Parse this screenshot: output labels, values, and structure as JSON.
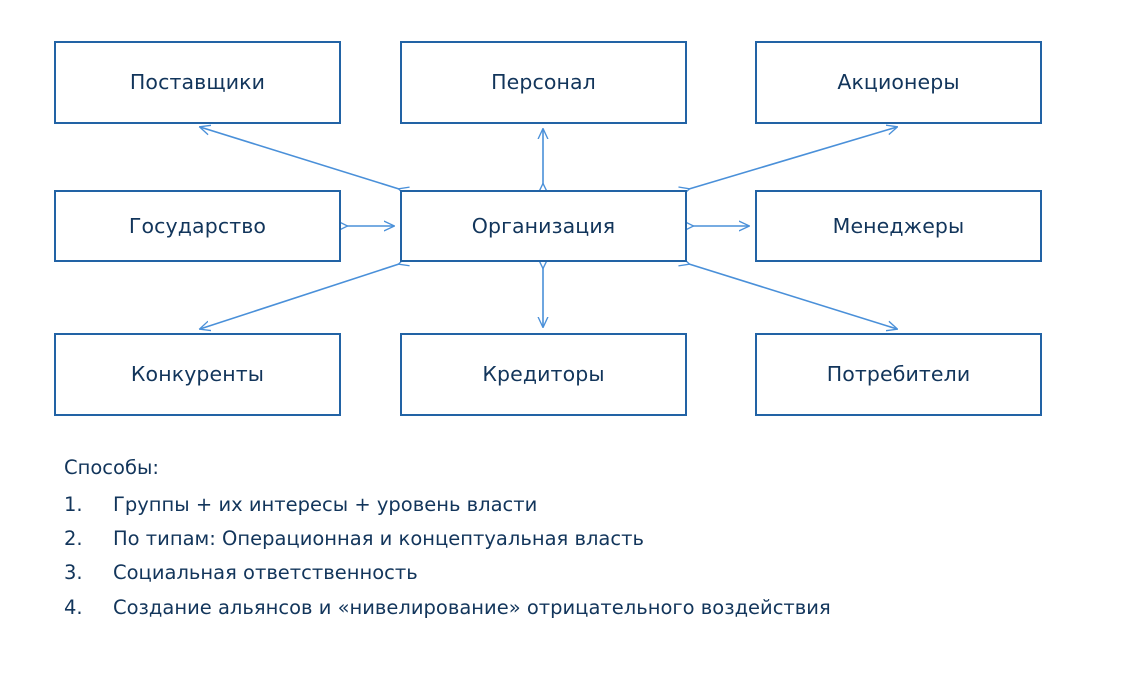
{
  "diagram": {
    "type": "stakeholder-map",
    "center_node": "Организация",
    "nodes": [
      {
        "id": "suppliers",
        "label": "Поставщики",
        "row": 1,
        "col": 1
      },
      {
        "id": "personnel",
        "label": "Персонал",
        "row": 1,
        "col": 2
      },
      {
        "id": "shareholders",
        "label": "Акционеры",
        "row": 1,
        "col": 3
      },
      {
        "id": "state",
        "label": "Государство",
        "row": 2,
        "col": 1
      },
      {
        "id": "organization",
        "label": "Организация",
        "row": 2,
        "col": 2
      },
      {
        "id": "managers",
        "label": "Менеджеры",
        "row": 2,
        "col": 3
      },
      {
        "id": "competitors",
        "label": "Конкуренты",
        "row": 3,
        "col": 1
      },
      {
        "id": "creditors",
        "label": "Кредиторы",
        "row": 3,
        "col": 2
      },
      {
        "id": "consumers",
        "label": "Потребители",
        "row": 3,
        "col": 3
      }
    ],
    "connections": [
      {
        "from": "organization",
        "to": "suppliers",
        "style": "double-arrow",
        "direction": "diagonal-up-left"
      },
      {
        "from": "organization",
        "to": "personnel",
        "style": "double-arrow",
        "direction": "vertical-up"
      },
      {
        "from": "organization",
        "to": "shareholders",
        "style": "double-arrow",
        "direction": "diagonal-up-right"
      },
      {
        "from": "organization",
        "to": "state",
        "style": "double-arrow",
        "direction": "horizontal-left"
      },
      {
        "from": "organization",
        "to": "managers",
        "style": "double-arrow",
        "direction": "horizontal-right"
      },
      {
        "from": "organization",
        "to": "competitors",
        "style": "double-arrow",
        "direction": "diagonal-down-left"
      },
      {
        "from": "organization",
        "to": "creditors",
        "style": "double-arrow",
        "direction": "vertical-down"
      },
      {
        "from": "organization",
        "to": "consumers",
        "style": "double-arrow",
        "direction": "diagonal-down-right"
      }
    ]
  },
  "notes": {
    "title": "Способы:",
    "items": [
      {
        "num": "1.",
        "text": "Группы + их интересы + уровень власти"
      },
      {
        "num": "2.",
        "text": "По типам: Операционная и концептуальная власть"
      },
      {
        "num": "3.",
        "text": "Социальная ответственность"
      },
      {
        "num": "4.",
        "text": "Создание альянсов и «нивелирование» отрицательного воздействия"
      }
    ]
  },
  "colors": {
    "box_border": "#2263A5",
    "box_text": "#12355B",
    "arrow": "#4A90D9",
    "background": "#FFFFFF",
    "notes_text": "#12355B"
  }
}
